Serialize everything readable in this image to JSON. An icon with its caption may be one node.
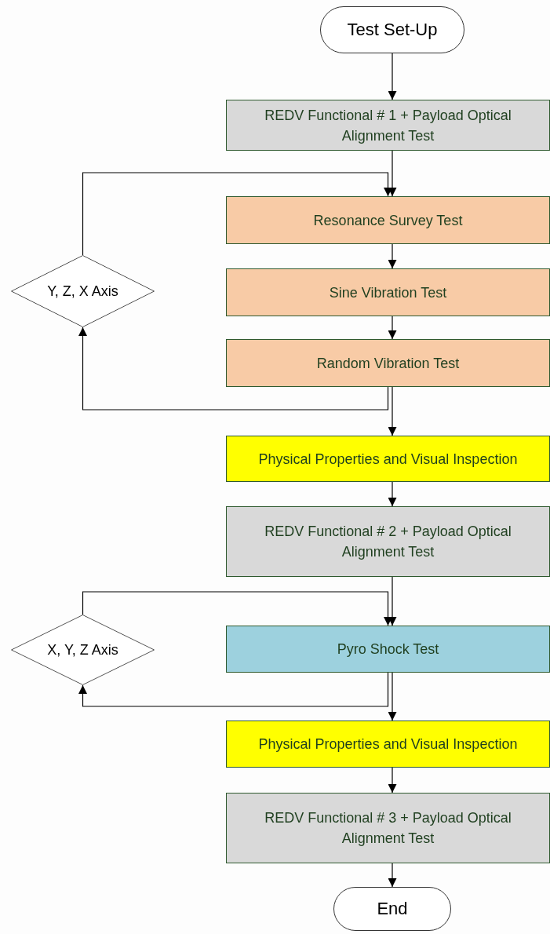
{
  "diagram": {
    "nodes": [
      {
        "text": [
          "Test Set-Up"
        ]
      },
      {
        "text": [
          "REDV Functional # 1 + Payload Optical Alignment Test"
        ]
      },
      {
        "text": [
          "Resonance Survey Test"
        ]
      },
      {
        "text": [
          "Y, Z, X Axis"
        ]
      },
      {
        "text": [
          "Sine Vibration Test"
        ]
      },
      {
        "text": [
          "Random Vibration Test"
        ]
      },
      {
        "text": [
          "Physical Properties and Visual Inspection"
        ]
      },
      {
        "text": [
          "REDV Functional # 2 + Payload Optical Alignment Test"
        ]
      },
      {
        "text": [
          "X, Y, Z Axis"
        ]
      },
      {
        "text": [
          "Pyro Shock Test"
        ]
      },
      {
        "text": [
          "Physical Properties and Visual Inspection"
        ]
      },
      {
        "text": [
          "REDV Functional # 3 + Payload Optical Alignment Test"
        ]
      },
      {
        "text": [
          "End"
        ]
      }
    ],
    "edges": [
      {
        "from": 0,
        "to": 1,
        "arrow": "to"
      },
      {
        "from": 1,
        "to": 2,
        "arrow": "to"
      },
      {
        "from": 2,
        "to": 4,
        "arrow": "to"
      },
      {
        "from": 4,
        "to": 5,
        "arrow": "to"
      },
      {
        "from": 5,
        "to": 6,
        "arrow": "to"
      },
      {
        "from": 5,
        "to": 3,
        "arrow": "to"
      },
      {
        "from": 3,
        "to": 2,
        "arrow": "to"
      },
      {
        "from": 6,
        "to": 7,
        "arrow": "to"
      },
      {
        "from": 7,
        "to": 9,
        "arrow": "to"
      },
      {
        "from": 9,
        "to": 10,
        "arrow": "to"
      },
      {
        "from": 9,
        "to": 8,
        "arrow": "to"
      },
      {
        "from": 8,
        "to": 9,
        "arrow": "to"
      },
      {
        "from": 10,
        "to": 11,
        "arrow": "to"
      },
      {
        "from": 11,
        "to": 12,
        "arrow": "to"
      }
    ]
  }
}
